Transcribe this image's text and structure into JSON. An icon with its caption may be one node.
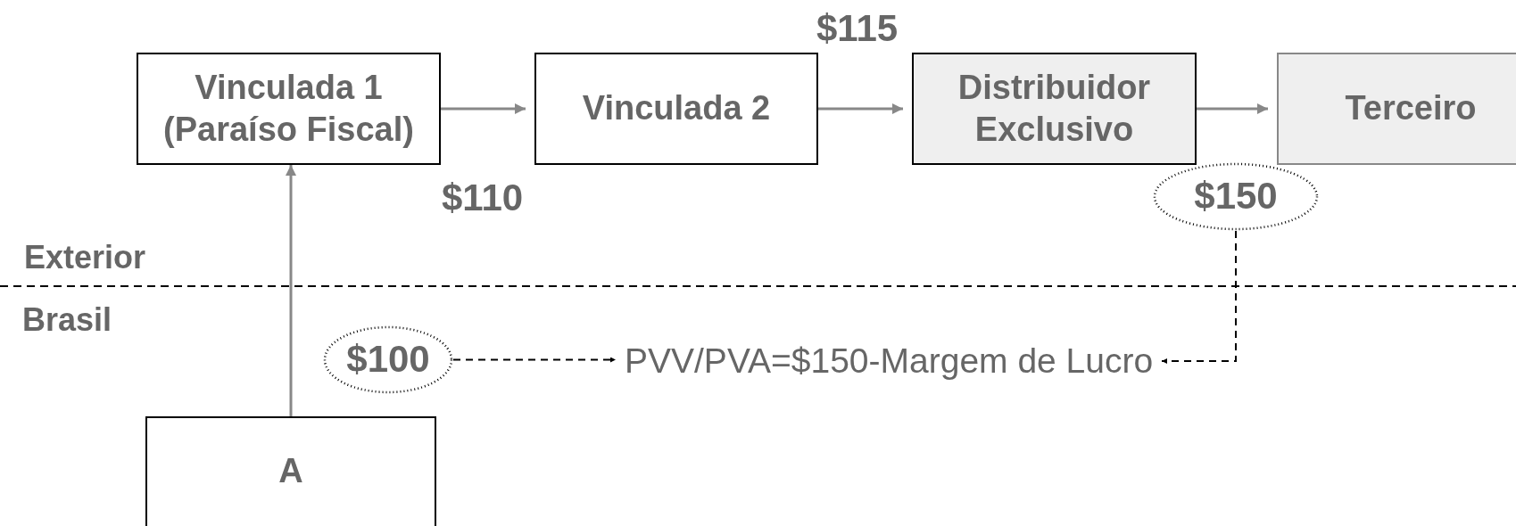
{
  "diagram": {
    "nodes": [
      {
        "text": [
          "Vinculada 1 (Paraíso Fiscal)"
        ]
      },
      {
        "text": [
          "Vinculada 2"
        ]
      },
      {
        "text": [
          "Distribuidor Exclusivo"
        ]
      },
      {
        "text": [
          "Terceiro"
        ]
      },
      {
        "text": [
          "A"
        ]
      },
      {
        "text": [
          "$100"
        ]
      },
      {
        "text": [
          "$150"
        ]
      },
      {
        "text": [
          "PVV/PVA=$150-Margem de Lucro"
        ]
      }
    ],
    "edges": [
      {
        "from": 4,
        "to": 0,
        "arrow": "to"
      },
      {
        "from": 0,
        "to": 1,
        "arrow": "to"
      },
      {
        "from": 1,
        "to": 2,
        "arrow": "to"
      },
      {
        "from": 2,
        "to": 3,
        "arrow": "to"
      },
      {
        "from": 5,
        "to": 7,
        "arrow": "to",
        "style": "dashed",
        "color": "#000000"
      },
      {
        "from": 6,
        "to": 7,
        "arrow": "to",
        "style": "dashed",
        "color": "#000000"
      }
    ],
    "labels": [
      "$115",
      "$110",
      "Exterior",
      "Brasil"
    ]
  }
}
